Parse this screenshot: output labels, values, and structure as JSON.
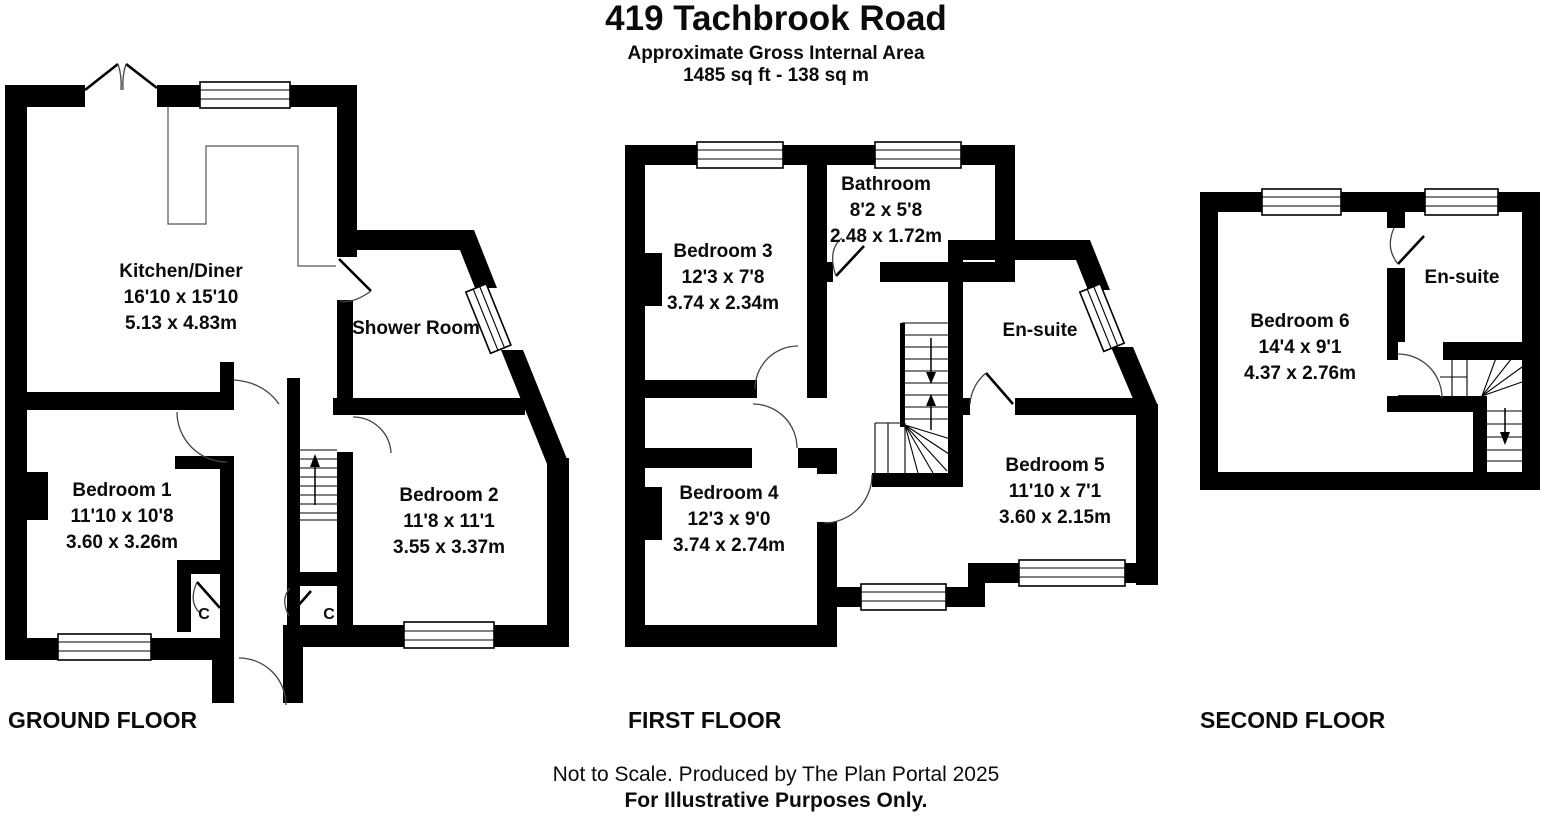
{
  "header": {
    "title": "419 Tachbrook Road",
    "subtitle": "Approximate Gross Internal Area",
    "area": "1485 sq ft - 138 sq m"
  },
  "footer": {
    "line1": "Not to Scale. Produced by The Plan Portal 2025",
    "line2": "For Illustrative Purposes Only."
  },
  "floors": {
    "ground": {
      "label": "GROUND FLOOR",
      "rooms": {
        "kitchen": {
          "name": "Kitchen/Diner",
          "dims_ft": "16'10 x 15'10",
          "dims_m": "5.13 x 4.83m"
        },
        "shower": {
          "name": "Shower Room"
        },
        "bedroom1": {
          "name": "Bedroom 1",
          "dims_ft": "11'10 x 10'8",
          "dims_m": "3.60 x 3.26m"
        },
        "bedroom2": {
          "name": "Bedroom 2",
          "dims_ft": "11'8 x 11'1",
          "dims_m": "3.55 x 3.37m"
        },
        "closet_left": {
          "label": "C"
        },
        "closet_right": {
          "label": "C"
        }
      }
    },
    "first": {
      "label": "FIRST FLOOR",
      "rooms": {
        "bedroom3": {
          "name": "Bedroom 3",
          "dims_ft": "12'3 x 7'8",
          "dims_m": "3.74 x 2.34m"
        },
        "bathroom": {
          "name": "Bathroom",
          "dims_ft": "8'2 x 5'8",
          "dims_m": "2.48 x 1.72m"
        },
        "ensuite": {
          "name": "En-suite"
        },
        "bedroom4": {
          "name": "Bedroom 4",
          "dims_ft": "12'3 x 9'0",
          "dims_m": "3.74 x 2.74m"
        },
        "bedroom5": {
          "name": "Bedroom 5",
          "dims_ft": "11'10 x 7'1",
          "dims_m": "3.60 x 2.15m"
        }
      }
    },
    "second": {
      "label": "SECOND FLOOR",
      "rooms": {
        "bedroom6": {
          "name": "Bedroom 6",
          "dims_ft": "14'4 x 9'1",
          "dims_m": "4.37 x 2.76m"
        },
        "ensuite": {
          "name": "En-suite"
        }
      }
    }
  }
}
